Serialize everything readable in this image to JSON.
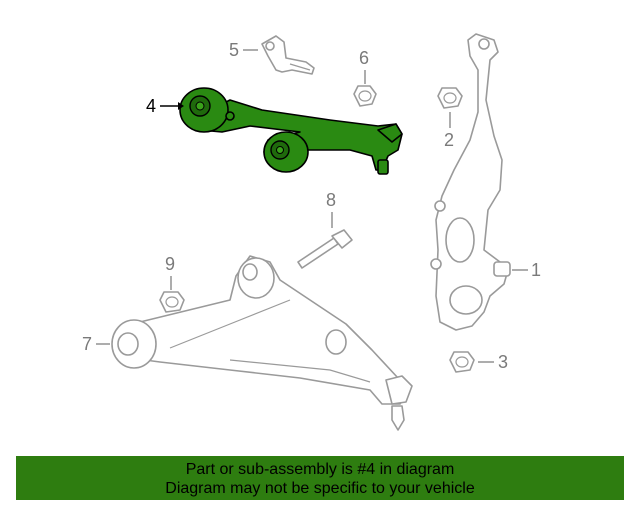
{
  "callouts": {
    "c1": "1",
    "c2": "2",
    "c3": "3",
    "c4": "4",
    "c5": "5",
    "c6": "6",
    "c7": "7",
    "c8": "8",
    "c9": "9"
  },
  "highlighted_part": "4",
  "colors": {
    "highlight": "#2a8a12",
    "banner": "#2e7d10",
    "outline": "#9a9a9a"
  },
  "banner": {
    "line1": "Part or sub-assembly is #4 in diagram",
    "line2": "Diagram may not be specific to your vehicle"
  }
}
